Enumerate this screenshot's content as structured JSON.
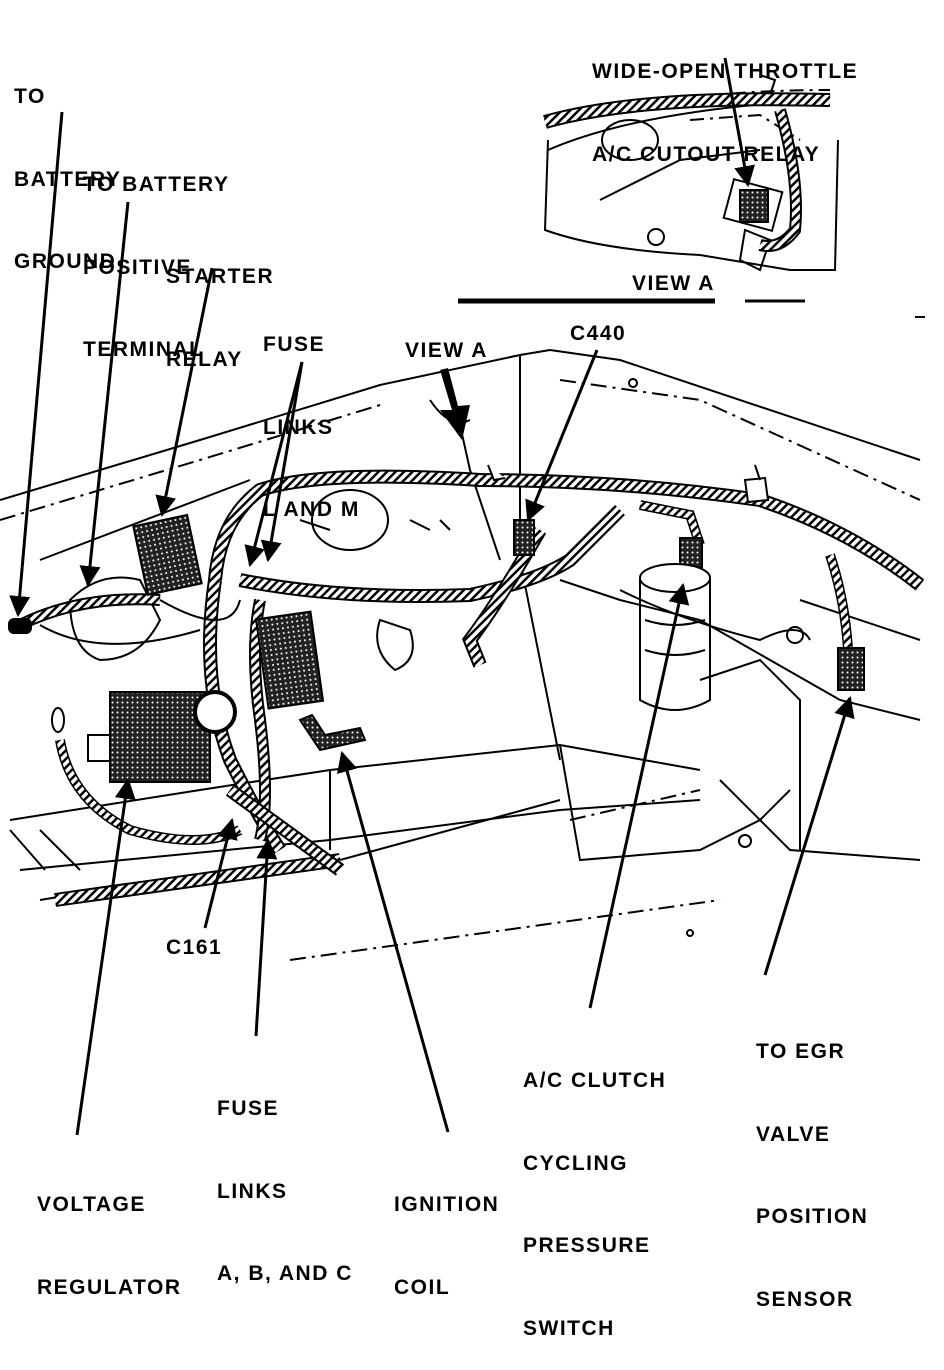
{
  "labels": {
    "battery_ground": [
      "TO",
      "BATTERY",
      "GROUND"
    ],
    "battery_positive": [
      "TO BATTERY",
      "POSITIVE",
      "TERMINAL"
    ],
    "starter_relay": [
      "STARTER",
      "RELAY"
    ],
    "fuse_links_lm": [
      "FUSE",
      "LINKS",
      "L AND M"
    ],
    "view_a_arrow": "VIEW A",
    "c440": "C440",
    "wot_relay": [
      "WIDE-OPEN THROTTLE",
      "A/C CUTOUT RELAY"
    ],
    "view_a_inset": "VIEW A",
    "c161": "C161",
    "fuse_links_abc": [
      "FUSE",
      "LINKS",
      "A, B, AND C"
    ],
    "voltage_regulator": [
      "VOLTAGE",
      "REGULATOR"
    ],
    "ignition_coil": [
      "IGNITION",
      "COIL"
    ],
    "ac_clutch_switch": [
      "A/C CLUTCH",
      "CYCLING",
      "PRESSURE",
      "SWITCH"
    ],
    "egr_sensor": [
      "TO EGR",
      "VALVE",
      "POSITION",
      "SENSOR"
    ]
  },
  "colors": {
    "ink": "#000000",
    "paper": "#ffffff"
  }
}
